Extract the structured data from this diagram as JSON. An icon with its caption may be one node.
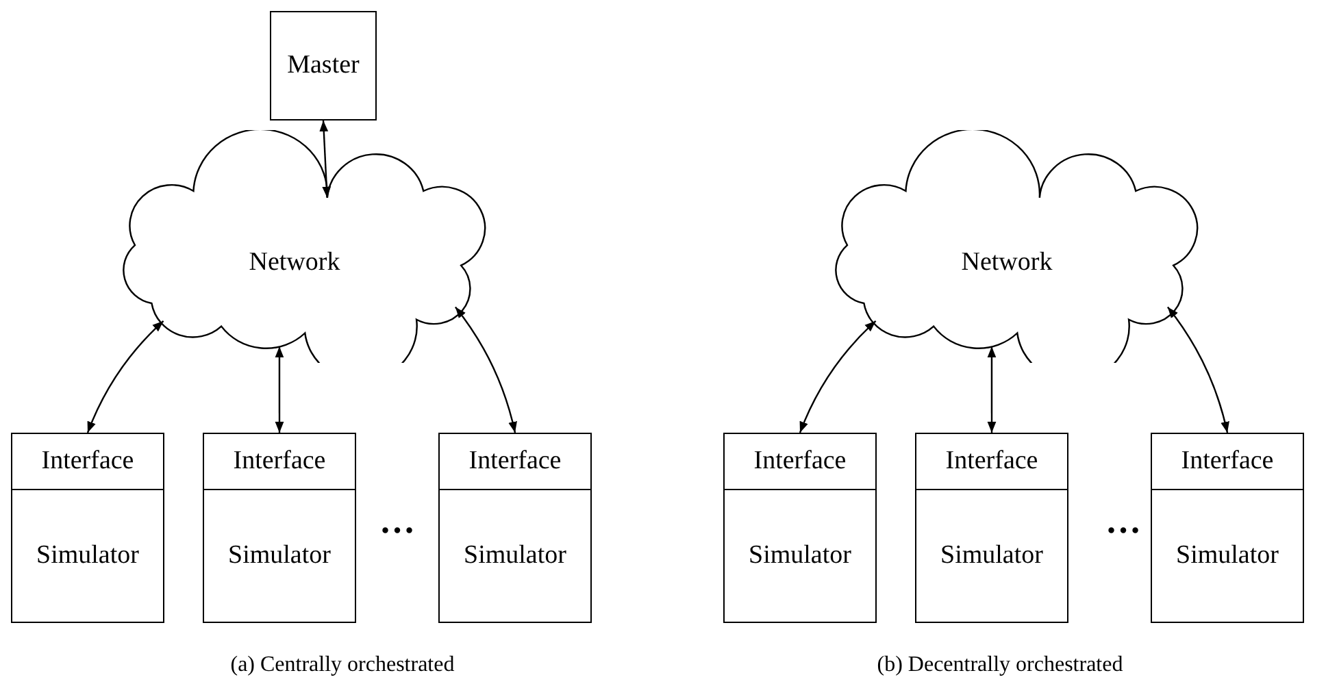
{
  "diagram": {
    "nodes": [
      {
        "text": [
          "Master"
        ]
      },
      {
        "text": [
          "Network"
        ]
      },
      {
        "text": [
          "Interface"
        ]
      },
      {
        "text": [
          "Simulator"
        ]
      },
      {
        "text": [
          "Interface"
        ]
      },
      {
        "text": [
          "Simulator"
        ]
      },
      {
        "text": [
          "Interface"
        ]
      },
      {
        "text": [
          "Simulator"
        ]
      },
      {
        "text": [
          "Network"
        ]
      },
      {
        "text": [
          "Interface"
        ]
      },
      {
        "text": [
          "Simulator"
        ]
      },
      {
        "text": [
          "Interface"
        ]
      },
      {
        "text": [
          "Simulator"
        ]
      },
      {
        "text": [
          "Interface"
        ]
      },
      {
        "text": [
          "Simulator"
        ]
      }
    ],
    "edges": [
      {
        "from": 0,
        "to": 1,
        "arrow": "both"
      },
      {
        "from": 1,
        "to": 2,
        "arrow": "both"
      },
      {
        "from": 1,
        "to": 4,
        "arrow": "both"
      },
      {
        "from": 1,
        "to": 6,
        "arrow": "both"
      },
      {
        "from": 8,
        "to": 9,
        "arrow": "both"
      },
      {
        "from": 8,
        "to": 11,
        "arrow": "both"
      },
      {
        "from": 8,
        "to": 13,
        "arrow": "both"
      }
    ],
    "labels": [
      "…",
      "(a) Centrally orchestrated",
      "…",
      "(b) Decentrally orchestrated"
    ]
  }
}
